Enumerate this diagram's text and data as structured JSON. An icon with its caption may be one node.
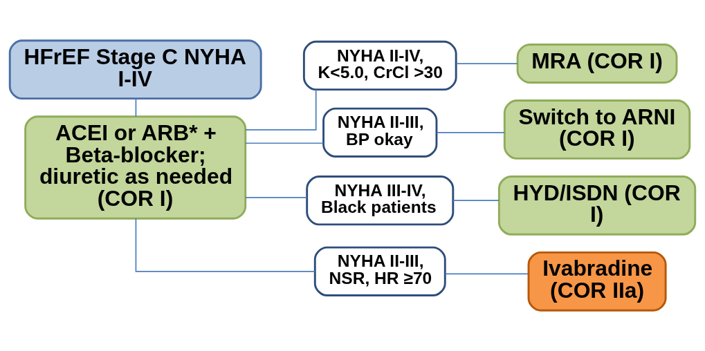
{
  "diagram": {
    "nodes": [
      {
        "text": [
          "HFrEF Stage C NYHA I-IV"
        ]
      },
      {
        "text": [
          "ACEI or ARB* + Beta-blocker; diuretic as needed (COR I)"
        ]
      },
      {
        "text": [
          "NYHA II-IV, K<5.0, CrCl >30"
        ]
      },
      {
        "text": [
          "MRA (COR I)"
        ]
      },
      {
        "text": [
          "NYHA II-III, BP okay"
        ]
      },
      {
        "text": [
          "Switch to ARNI (COR I)"
        ]
      },
      {
        "text": [
          "NYHA III-IV, Black patients"
        ]
      },
      {
        "text": [
          "HYD/ISDN (COR I)"
        ]
      },
      {
        "text": [
          "NYHA II-III, NSR, HR ≥70"
        ]
      },
      {
        "text": [
          "Ivabradine (COR IIa)"
        ]
      }
    ],
    "edges": [
      {
        "from": 0,
        "to": 1,
        "arrow": "none"
      },
      {
        "from": 1,
        "to": 2,
        "arrow": "none"
      },
      {
        "from": 1,
        "to": 4,
        "arrow": "none"
      },
      {
        "from": 1,
        "to": 6,
        "arrow": "none"
      },
      {
        "from": 1,
        "to": 8,
        "arrow": "none"
      },
      {
        "from": 2,
        "to": 3,
        "arrow": "none"
      },
      {
        "from": 4,
        "to": 5,
        "arrow": "none"
      },
      {
        "from": 6,
        "to": 7,
        "arrow": "none"
      },
      {
        "from": 8,
        "to": 9,
        "arrow": "none"
      }
    ]
  }
}
